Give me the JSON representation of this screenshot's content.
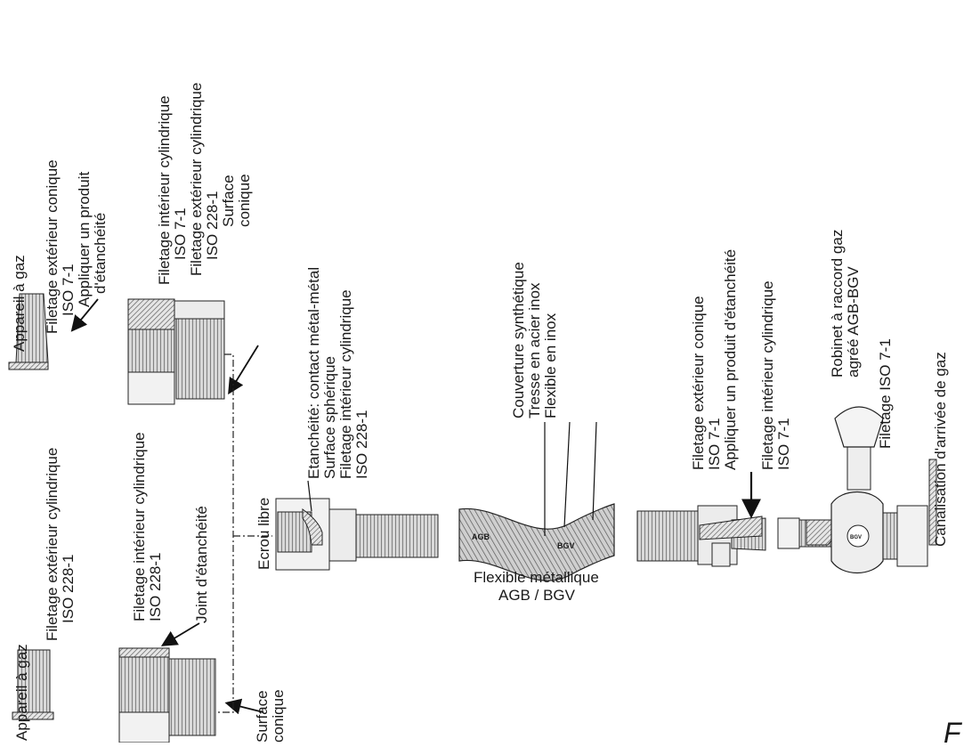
{
  "labels": {
    "top_appareil": "Appareil à gaz",
    "top_ext_conique_1": "Filetage extérieur conique",
    "top_ext_conique_2": "ISO 7-1",
    "top_produit_1": "Appliquer un produit",
    "top_produit_2": "d'étanchéité",
    "top_int_cyl_1": "Filetage intérieur cylindrique",
    "top_int_cyl_2": "ISO 7-1",
    "top_ext_cyl_1": "Filetage extérieur cylindrique",
    "top_ext_cyl_2": "ISO 228-1",
    "top_surface_1": "Surface",
    "top_surface_2": "conique",
    "mid_ext_cyl_1": "Filetage extérieur cylindrique",
    "mid_ext_cyl_2": "ISO 228-1",
    "mid_int_cyl_1": "Filetage intérieur cylindrique",
    "mid_int_cyl_2": "ISO 228-1",
    "mid_joint": "Joint d'étanchéité",
    "bot_appareil": "Appareil à gaz",
    "bot_surface_1": "Surface",
    "bot_surface_2": "conique",
    "nut_etanch": "Etanchéité: contact métal-métal",
    "nut_spherique": "Surface sphérique",
    "nut_int_cyl_1": "Filetage intérieur cylindrique",
    "nut_int_cyl_2": "ISO 228-1",
    "ecrou_libre": "Ecrou libre",
    "hose_couverture": "Couverture synthétique",
    "hose_tresse": "Tresse en acier inox",
    "hose_flexible": "Flexible en inox",
    "hose_name_1": "Flexible métallique",
    "hose_name_2": "AGB / BGV",
    "hose_mark_agb": "AGB",
    "hose_mark_bgv": "BGV",
    "rv_ext_conique_1": "Filetage extérieur conique",
    "rv_ext_conique_2": "ISO 7-1",
    "rv_produit": "Appliquer un produit d'étanchéité",
    "rv_int_cyl_1": "Filetage intérieur cylindrique",
    "rv_int_cyl_2": "ISO 7-1",
    "robinet_1": "Robinet à raccord gaz",
    "robinet_2": "agréé AGB-BGV",
    "filetage_iso": "Filetage ISO 7-1",
    "canalisation": "Canalisation d'arrivée de gaz",
    "valve_badge": "BGV",
    "corner_letter": "F"
  }
}
